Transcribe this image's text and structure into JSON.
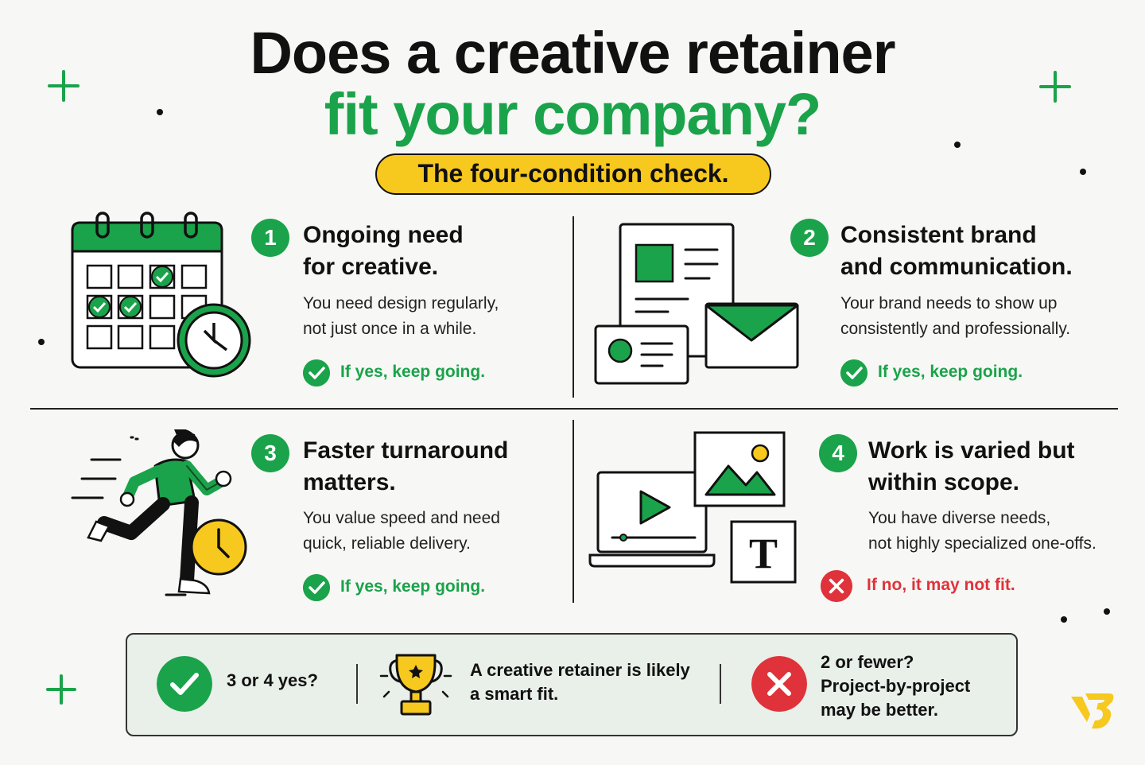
{
  "title": {
    "line1": "Does a creative retainer",
    "line2": "fit your company?"
  },
  "subtitle": "The four-condition check.",
  "colors": {
    "green": "#1aa34a",
    "yellow": "#f7c81e",
    "red": "#e0323a",
    "dark": "#111111"
  },
  "conditions": [
    {
      "number": "1",
      "heading_line1": "Ongoing need",
      "heading_line2": "for creative.",
      "desc_line1": "You need design regularly,",
      "desc_line2": "not just once in a while.",
      "verdict": "If yes, keep going.",
      "verdict_icon": "check-icon",
      "illustration": "calendar-clock-icon"
    },
    {
      "number": "2",
      "heading_line1": "Consistent brand",
      "heading_line2": "and communication.",
      "desc_line1": "Your brand needs to show up",
      "desc_line2": "consistently and professionally.",
      "verdict": "If yes, keep going.",
      "verdict_icon": "check-icon",
      "illustration": "brand-documents-icon"
    },
    {
      "number": "3",
      "heading_line1": "Faster turnaround",
      "heading_line2": "matters.",
      "desc_line1": "You value speed and need",
      "desc_line2": "quick, reliable delivery.",
      "verdict": "If yes, keep going.",
      "verdict_icon": "check-icon",
      "illustration": "running-person-icon"
    },
    {
      "number": "4",
      "heading_line1": "Work is varied but",
      "heading_line2": "within scope.",
      "desc_line1": "You have diverse needs,",
      "desc_line2": "not highly specialized one-offs.",
      "verdict": "If no, it may not fit.",
      "verdict_icon": "x-icon",
      "illustration": "media-laptop-icon"
    }
  ],
  "summary": {
    "yes_label": "3 or 4 yes?",
    "result_line1": "A creative retainer is likely",
    "result_line2": "a smart fit.",
    "no_line1": "2 or fewer?",
    "no_line2": "Project-by-project",
    "no_line3": "may be better."
  },
  "logo": "brand-logo"
}
